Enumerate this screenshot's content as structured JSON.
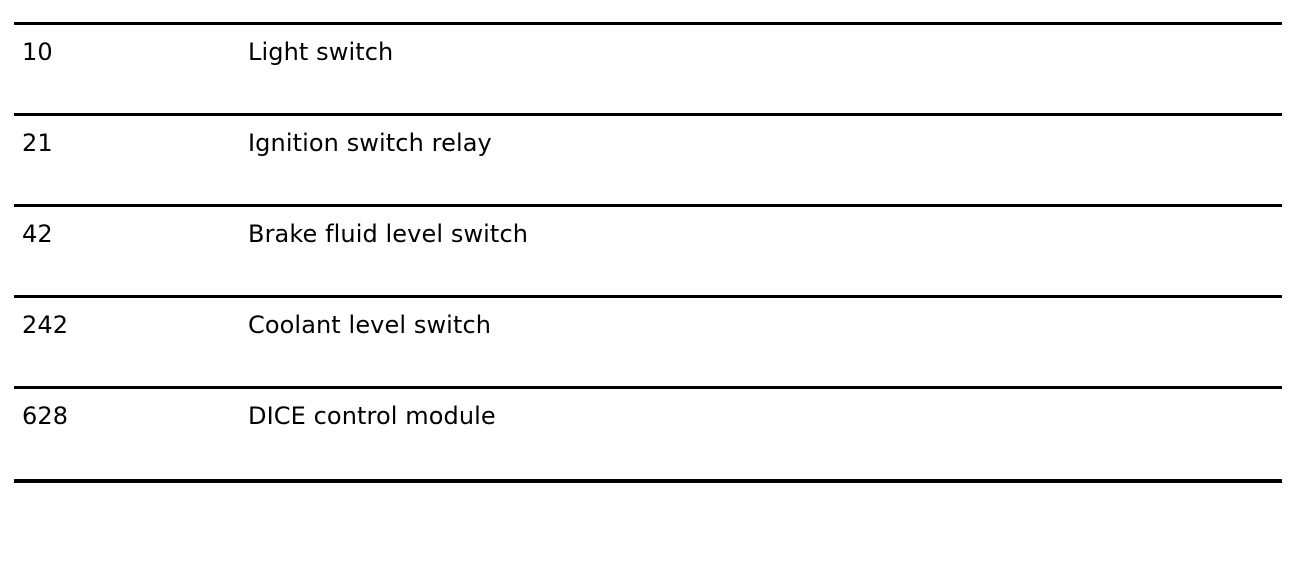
{
  "document": {
    "kind": "reference-table",
    "background_color": "#ffffff",
    "ink_color": "#000000",
    "rule_color": "#000000"
  },
  "table": {
    "name": "component-reference-list",
    "column_count": 2,
    "columns": [
      {
        "key": "ref",
        "header": ""
      },
      {
        "key": "description",
        "header": ""
      }
    ],
    "rows": [
      {
        "ref": "10",
        "description": "Light switch"
      },
      {
        "ref": "21",
        "description": "Ignition switch relay"
      },
      {
        "ref": "42",
        "description": "Brake fluid level switch"
      },
      {
        "ref": "242",
        "description": "Coolant level switch"
      },
      {
        "ref": "628",
        "description": "DICE control module"
      }
    ]
  }
}
